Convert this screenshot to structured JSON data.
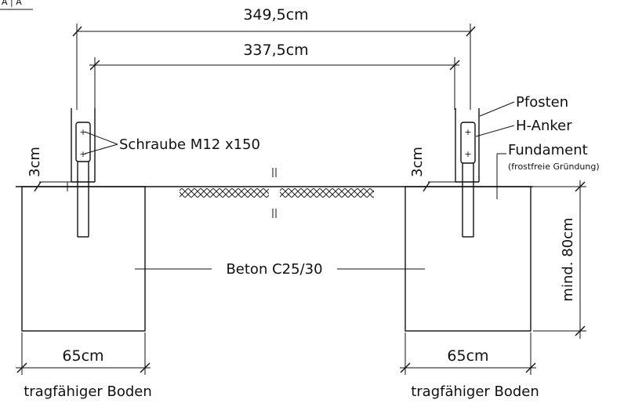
{
  "corner_label": "A | A",
  "dimensions": {
    "overall": "349,5cm",
    "inner": "337,5cm",
    "left_width": "65cm",
    "right_width": "65cm",
    "left_offset": "3cm",
    "right_offset": "3cm",
    "depth": "mind. 80cm"
  },
  "labels": {
    "post": "Pfosten",
    "anchor": "H-Anker",
    "foundation": "Fundament",
    "foundation_note": "(frostfreie Gründung)",
    "screw": "Schraube M12 x150",
    "concrete": "Beton C25/30",
    "ground_left": "tragfähiger Boden",
    "ground_right": "tragfähiger Boden"
  },
  "colors": {
    "line": "#111111",
    "background": "#ffffff"
  }
}
